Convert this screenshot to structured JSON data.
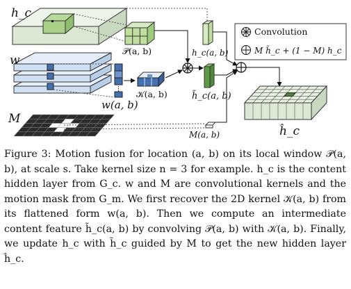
{
  "figure": {
    "labels": {
      "hc_top": "h_c",
      "w": "w",
      "M": "M",
      "p_ab": "𝒫(a, b)",
      "k_ab": "𝒦(a, b)",
      "w_ab": "w(a, b)",
      "hc_ab": "h_c(a, b)",
      "hc_tilde_ab": "h̃_c(a, b)",
      "M_ab": "M(a, b)",
      "hc_hat": "ĥ_c"
    },
    "legend": {
      "convolution": "Convolution",
      "update": "M h̃_c + (1 − M) h_c"
    },
    "colors": {
      "volume_green": "#dde8d4",
      "p_green": "#bedf9e",
      "dark_green": "#4f8a3a",
      "w_blue": "#cfe0f2",
      "w_dark": "#4470b0",
      "mask_dark": "#2b2b2b",
      "mask_white": "#ffffff"
    }
  },
  "caption": {
    "fig_label": "Figure 3:",
    "text": "Motion fusion for location (a, b) on its local window 𝒫(a, b), at scale s. Take kernel size n = 3 for example. h_c is the content hidden layer from G_c. w and M are convolutional kernels and the motion mask from G_m. We first recover the 2D kernel 𝒦(a, b) from its flattened form w(a, b). Then we compute an intermediate content feature h̃_c(a, b) by convolving 𝒫(a, b) with 𝒦(a, b). Finally, we update h_c with h̃_c guided by M to get the new hidden layer ĥ_c."
  }
}
